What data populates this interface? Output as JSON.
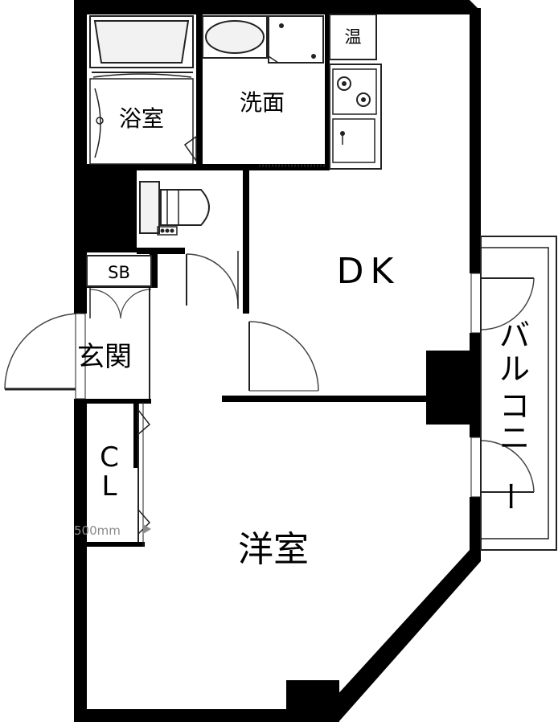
{
  "labels": {
    "bath": "浴室",
    "washroom": "洗面",
    "water_heater": "温",
    "dk": "DK",
    "shoe_box": "SB",
    "entrance": "玄関",
    "closet_top": "C",
    "closet_bottom": "L",
    "dimension": "500mm",
    "western_room": "洋室",
    "balcony": [
      "バ",
      "ル",
      "コ",
      "ニ",
      "ー"
    ]
  },
  "colors": {
    "wall": "#000000",
    "line": "#333333",
    "door_arc": "#444444",
    "fixture_fill": "#f2f2f2",
    "dimension_text": "#8a8a8a"
  }
}
